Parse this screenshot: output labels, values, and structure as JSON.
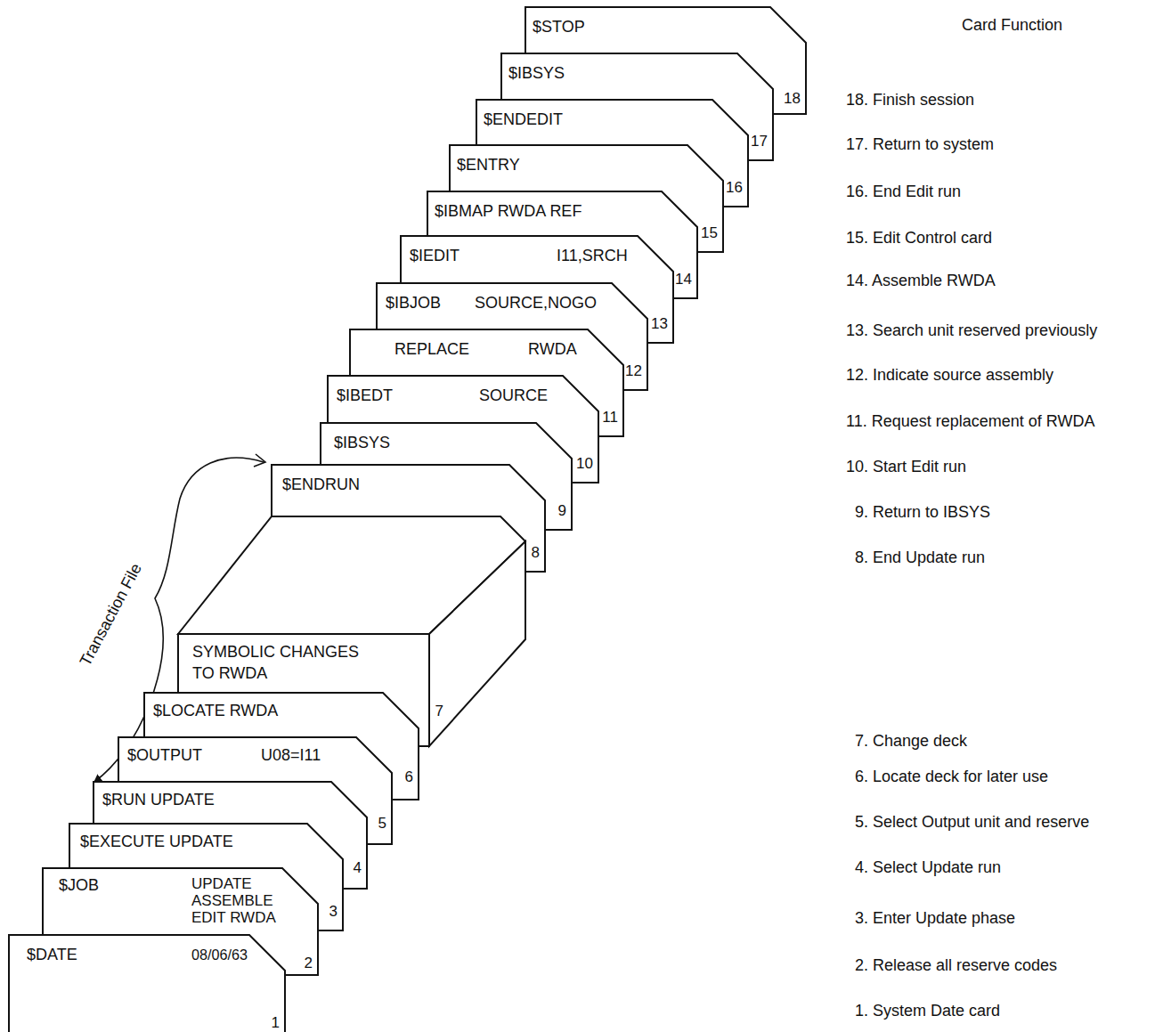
{
  "diagram": {
    "nodes": [
      {
        "text": [
          "$DATE",
          "08/06/63",
          "1"
        ]
      },
      {
        "text": [
          "$JOB",
          "UPDATE ASSEMBLE EDIT RWDA",
          "2"
        ]
      },
      {
        "text": [
          "$EXECUTE UPDATE",
          "3"
        ]
      },
      {
        "text": [
          "$RUN UPDATE",
          "4"
        ]
      },
      {
        "text": [
          "$OUTPUT",
          "U08=I11",
          "5"
        ]
      },
      {
        "text": [
          "$LOCATE RWDA",
          "6"
        ]
      },
      {
        "text": [
          "SYMBOLIC CHANGES TO RWDA",
          "7"
        ]
      },
      {
        "text": [
          "$ENDRUN",
          "8"
        ]
      },
      {
        "text": [
          "$IBSYS",
          "9"
        ]
      },
      {
        "text": [
          "$IBEDT",
          "SOURCE",
          "10"
        ]
      },
      {
        "text": [
          "REPLACE",
          "RWDA",
          "11"
        ]
      },
      {
        "text": [
          "$IBJOB",
          "SOURCE,NOGO",
          "12"
        ]
      },
      {
        "text": [
          "$IEDIT",
          "I11,SRCH",
          "13"
        ]
      },
      {
        "text": [
          "$IBMAP RWDA REF",
          "14"
        ]
      },
      {
        "text": [
          "$ENTRY",
          "15"
        ]
      },
      {
        "text": [
          "$ENDEDIT",
          "16"
        ]
      },
      {
        "text": [
          "$IBSYS",
          "17"
        ]
      },
      {
        "text": [
          "$STOP",
          "18"
        ]
      }
    ],
    "labels": [
      "Card Function",
      "18. Finish session",
      "17. Return to system",
      "16. End Edit run",
      "15. Edit Control card",
      "14. Assemble RWDA",
      "13. Search unit reserved previously",
      "12. Indicate source assembly",
      "11. Request replacement of RWDA",
      "10. Start Edit run",
      "9. Return to IBSYS",
      "8. End Update run",
      "7. Change deck",
      "6. Locate deck for later use",
      "5. Select Output unit and reserve",
      "4. Select Update run",
      "3. Enter Update phase",
      "2. Release all reserve codes",
      "1. System Date card",
      "Transaction File"
    ]
  }
}
